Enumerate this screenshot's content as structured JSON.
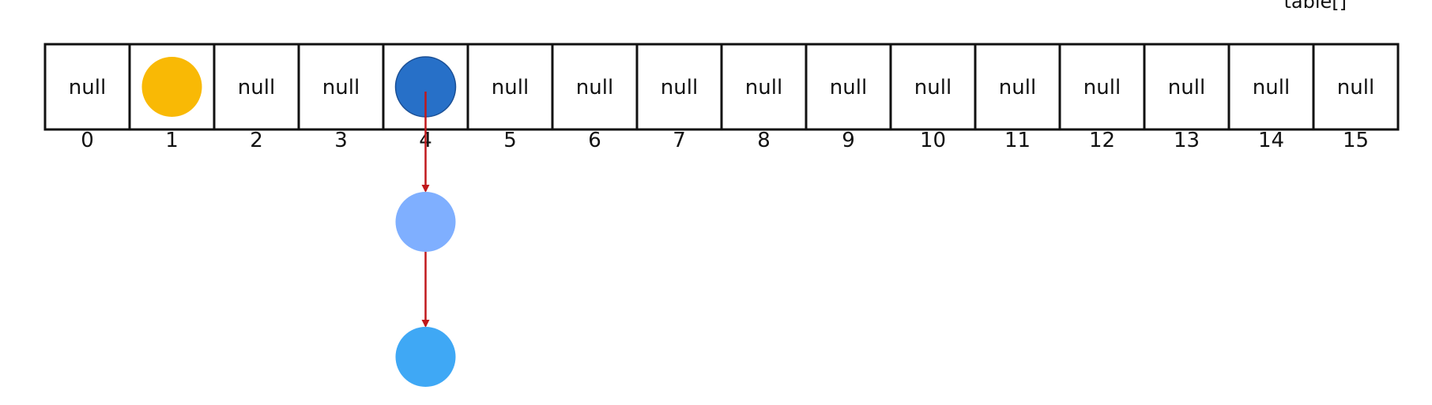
{
  "title": "table[]",
  "cells": [
    {
      "index": "0",
      "content": "null"
    },
    {
      "index": "1",
      "content": "node",
      "node_color": "#F9B905"
    },
    {
      "index": "2",
      "content": "null"
    },
    {
      "index": "3",
      "content": "null"
    },
    {
      "index": "4",
      "content": "node",
      "node_color": "#2770C8"
    },
    {
      "index": "5",
      "content": "null"
    },
    {
      "index": "6",
      "content": "null"
    },
    {
      "index": "7",
      "content": "null"
    },
    {
      "index": "8",
      "content": "null"
    },
    {
      "index": "9",
      "content": "null"
    },
    {
      "index": "10",
      "content": "null"
    },
    {
      "index": "11",
      "content": "null"
    },
    {
      "index": "12",
      "content": "null"
    },
    {
      "index": "13",
      "content": "null"
    },
    {
      "index": "14",
      "content": "null"
    },
    {
      "index": "15",
      "content": "null"
    }
  ],
  "chain": {
    "bucket_index": "4",
    "node_colors": [
      "#2770C8",
      "#7FAFFF",
      "#3FA8F5"
    ],
    "arrow_color": "#C0181C"
  }
}
